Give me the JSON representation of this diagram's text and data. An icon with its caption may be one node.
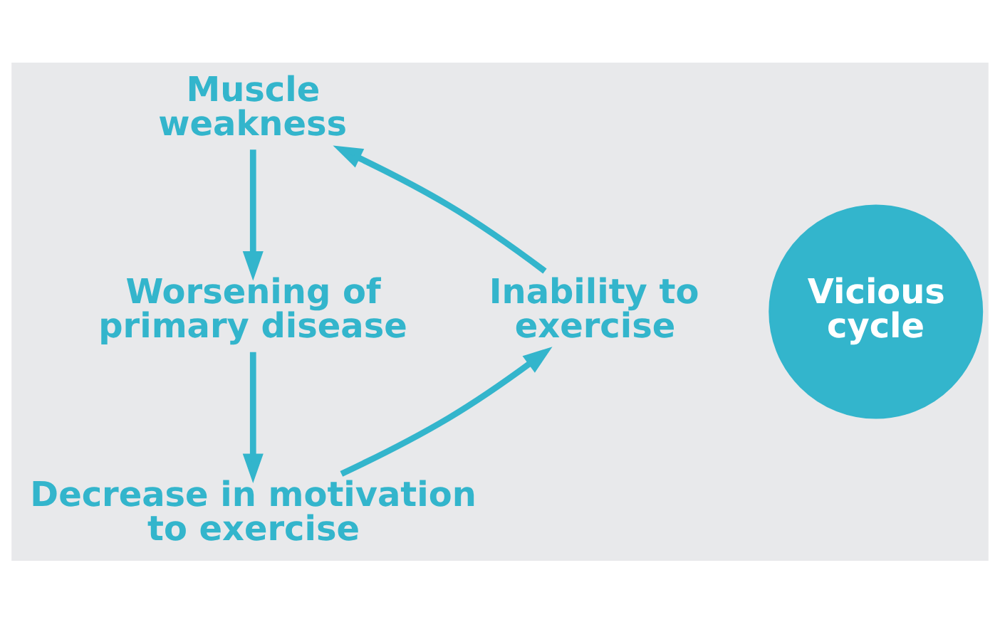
{
  "diagram": {
    "nodes": [
      {
        "text": [
          "Vicious cycle"
        ]
      },
      {
        "text": [
          "Muscle weakness"
        ]
      },
      {
        "text": [
          "Worsening of primary disease"
        ]
      },
      {
        "text": [
          "Decrease in motivation to exercise"
        ]
      },
      {
        "text": [
          "Inability to exercise"
        ]
      }
    ],
    "edges": [
      {
        "from": 1,
        "to": 2,
        "arrow": "to"
      },
      {
        "from": 2,
        "to": 3,
        "arrow": "to"
      },
      {
        "from": 3,
        "to": 4,
        "arrow": "to"
      },
      {
        "from": 4,
        "to": 1,
        "arrow": "to"
      }
    ]
  }
}
